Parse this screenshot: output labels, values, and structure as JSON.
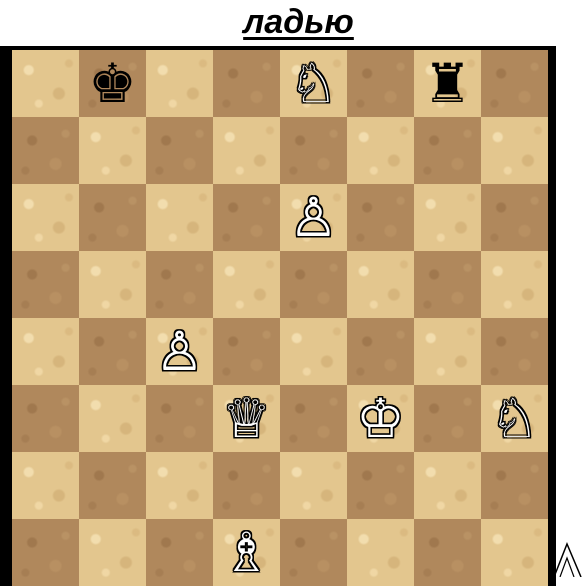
{
  "title": "ладью",
  "board": {
    "light_color": "#e3c68e",
    "dark_color": "#b0885c",
    "frame_color": "#000000",
    "ranks": [
      [
        "",
        "bk",
        "",
        "",
        "wn",
        "",
        "br",
        ""
      ],
      [
        "",
        "",
        "",
        "",
        "",
        "",
        "",
        ""
      ],
      [
        "",
        "",
        "",
        "",
        "wp",
        "",
        "",
        ""
      ],
      [
        "",
        "",
        "",
        "",
        "",
        "",
        "",
        ""
      ],
      [
        "",
        "",
        "wp",
        "",
        "",
        "",
        "",
        ""
      ],
      [
        "",
        "",
        "",
        "wq",
        "",
        "wk",
        "",
        "wn"
      ],
      [
        "",
        "",
        "",
        "",
        "",
        "",
        "",
        ""
      ],
      [
        "",
        "",
        "",
        "wb",
        "",
        "",
        "",
        ""
      ]
    ]
  },
  "glyphs": {
    "wk": "♔",
    "wq": "♕",
    "wr": "♖",
    "wb": "♗",
    "wn": "♘",
    "wp": "♙",
    "bk": "♚",
    "bq": "♛",
    "br": "♜",
    "bb": "♝",
    "bn": "♞",
    "bp": "♟"
  },
  "piece_names": {
    "k": "king",
    "q": "queen",
    "r": "rook",
    "b": "bishop",
    "n": "knight",
    "p": "pawn"
  },
  "side_mark_icon": "triangle-outline-icon"
}
